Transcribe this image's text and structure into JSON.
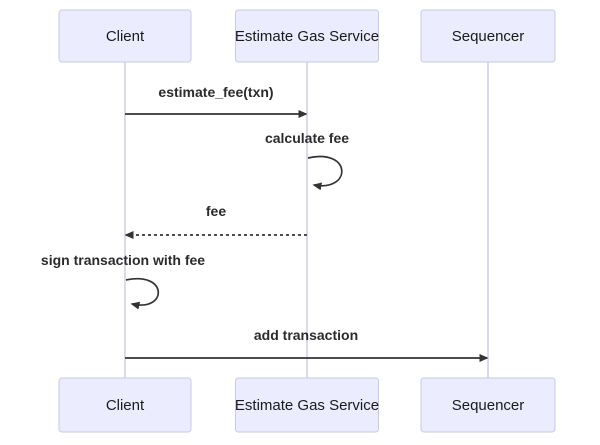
{
  "diagram": {
    "type": "sequence-diagram",
    "colors": {
      "actor_fill": "#ECECFF",
      "actor_border": "#C9C9E0",
      "lifeline": "#CDCDE0",
      "arrow": "#333333",
      "message_text": "#2B2B2B",
      "background": "#FFFFFF"
    },
    "actors": [
      {
        "name": "Client"
      },
      {
        "name": "Estimate Gas Service"
      },
      {
        "name": "Sequencer"
      }
    ],
    "messages": [
      {
        "from": "Client",
        "to": "Estimate Gas Service",
        "label": "estimate_fee(txn)",
        "line": "solid-arrow"
      },
      {
        "from": "Estimate Gas Service",
        "to": "Estimate Gas Service",
        "label": "calculate fee",
        "line": "self-loop"
      },
      {
        "from": "Estimate Gas Service",
        "to": "Client",
        "label": "fee",
        "line": "dashed-arrow"
      },
      {
        "from": "Client",
        "to": "Client",
        "label": "sign transaction with fee",
        "line": "self-loop"
      },
      {
        "from": "Client",
        "to": "Sequencer",
        "label": "add transaction",
        "line": "solid-arrow"
      }
    ]
  }
}
